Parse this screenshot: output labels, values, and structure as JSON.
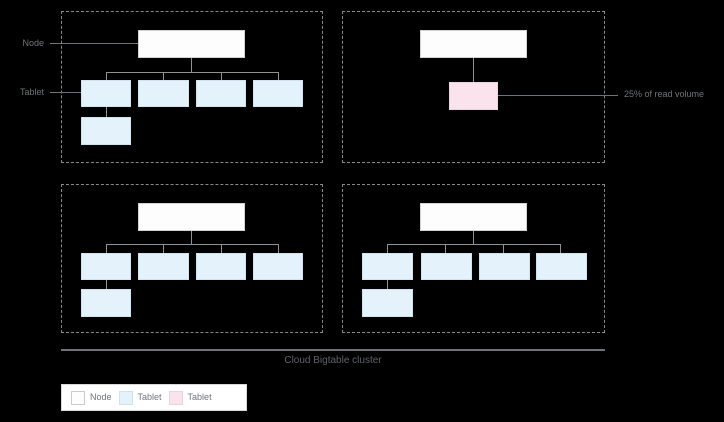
{
  "diagram": {
    "cluster_label": "Cloud Bigtable cluster",
    "annotations": {
      "node_label": "Node",
      "tablet_label": "Tablet",
      "hot_tablet_label": "25% of read volume"
    },
    "colors": {
      "background": "#000000",
      "node_fill": "#fdfdfd",
      "tablet_fill": "#e3f2fb",
      "hot_tablet_fill": "#fae3ec",
      "panel_border": "#8a8a8a",
      "connector": "#8f9396",
      "text": "#6f7468"
    },
    "panels": [
      {
        "name": "node-group-top-left",
        "node_count": 1,
        "tablet_count": 5,
        "hot_tablet_count": 0
      },
      {
        "name": "node-group-top-right",
        "node_count": 1,
        "tablet_count": 0,
        "hot_tablet_count": 1
      },
      {
        "name": "node-group-bottom-left",
        "node_count": 1,
        "tablet_count": 5,
        "hot_tablet_count": 0
      },
      {
        "name": "node-group-bottom-right",
        "node_count": 1,
        "tablet_count": 5,
        "hot_tablet_count": 0
      }
    ]
  },
  "legend": {
    "items": [
      {
        "label": "Node",
        "color": "#fdfdfd"
      },
      {
        "label": "Tablet",
        "color": "#e3f2fb"
      },
      {
        "label": "Tablet",
        "color": "#fae3ec"
      }
    ]
  }
}
